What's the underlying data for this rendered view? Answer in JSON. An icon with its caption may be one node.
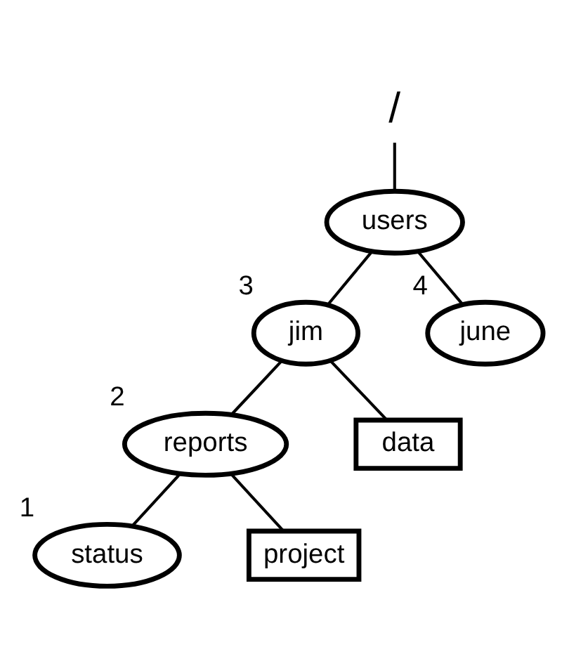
{
  "diagram": {
    "nodes": [
      {
        "text": [
          "/"
        ]
      },
      {
        "text": [
          "users"
        ]
      },
      {
        "text": [
          "jim"
        ],
        "beside": [
          "3"
        ]
      },
      {
        "text": [
          "june"
        ],
        "beside": [
          "4"
        ]
      },
      {
        "text": [
          "reports"
        ],
        "beside": [
          "2"
        ]
      },
      {
        "text": [
          "data"
        ]
      },
      {
        "text": [
          "status"
        ],
        "beside": [
          "1"
        ]
      },
      {
        "text": [
          "project"
        ]
      }
    ],
    "edges": [
      {
        "from": 0,
        "to": 1,
        "arrow": "none"
      },
      {
        "from": 1,
        "to": 2,
        "arrow": "none"
      },
      {
        "from": 1,
        "to": 3,
        "arrow": "none"
      },
      {
        "from": 2,
        "to": 4,
        "arrow": "none"
      },
      {
        "from": 2,
        "to": 5,
        "arrow": "none"
      },
      {
        "from": 4,
        "to": 6,
        "arrow": "none"
      },
      {
        "from": 4,
        "to": 7,
        "arrow": "none"
      }
    ]
  }
}
